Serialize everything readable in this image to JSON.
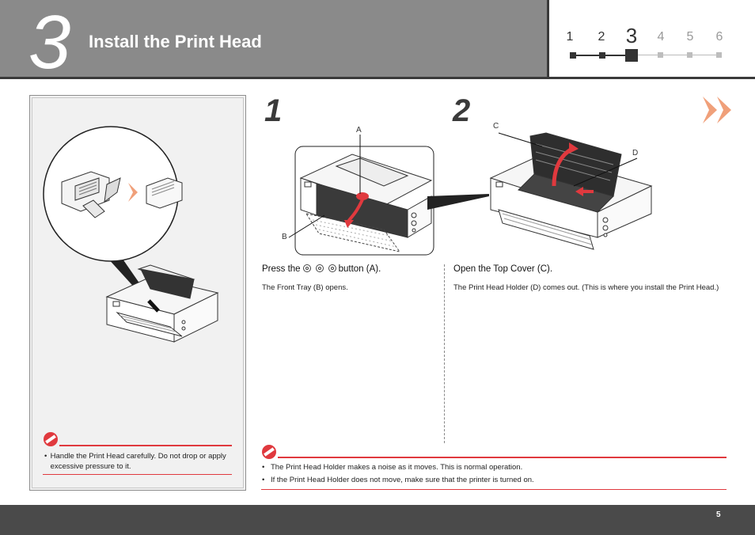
{
  "header": {
    "step_number": "3",
    "title": "Install the Print Head"
  },
  "progress": {
    "steps": [
      "1",
      "2",
      "3",
      "4",
      "5",
      "6"
    ],
    "current": "3"
  },
  "left_panel": {
    "caution": {
      "bullets": [
        "Handle the Print Head carefully. Do not drop or apply excessive pressure to it."
      ]
    }
  },
  "step1": {
    "number": "1",
    "label_a": "A",
    "label_b": "B",
    "instruction_prefix": "Press the",
    "instruction_suffix": "button (A).",
    "note": "The Front Tray (B) opens."
  },
  "step2": {
    "number": "2",
    "label_c": "C",
    "label_d": "D",
    "instruction": "Open the Top Cover (C).",
    "note": "The Print Head Holder (D) comes out. (This is where you install the Print Head.)"
  },
  "bottom_caution": {
    "bullets": [
      "The Print Head Holder makes a noise as it moves. This is normal operation.",
      "If the Print Head Holder does not move, make sure that the printer is turned on."
    ]
  },
  "footer": {
    "page_number": "5"
  },
  "colors": {
    "header_gray": "#8a8a8a",
    "accent_red": "#e0393e",
    "next_arrow": "#f0a07a",
    "footer_gray": "#4a4a4a"
  },
  "icons": [
    "caution-icon",
    "next-page-arrow-icon",
    "power-button-icon"
  ]
}
